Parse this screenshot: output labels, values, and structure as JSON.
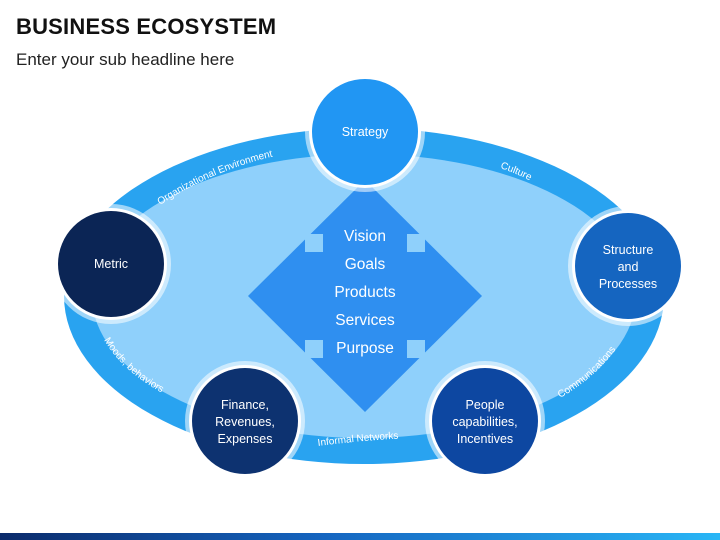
{
  "header": {
    "title": "BUSINESS ECOSYSTEM",
    "subtitle": "Enter your sub headline here"
  },
  "center": {
    "items": [
      "Vision",
      "Goals",
      "Products",
      "Services",
      "Purpose"
    ]
  },
  "nodes": {
    "strategy": {
      "lines": [
        "Strategy"
      ],
      "color": "#2196f3"
    },
    "metric": {
      "lines": [
        "Metric"
      ],
      "color": "#0b2555"
    },
    "structure": {
      "lines": [
        "Structure",
        "and",
        "Processes"
      ],
      "color": "#1565c0"
    },
    "finance": {
      "lines": [
        "Finance,",
        "Revenues,",
        "Expenses"
      ],
      "color": "#0d3270"
    },
    "people": {
      "lines": [
        "People",
        "capabilities,",
        "Incentives"
      ],
      "color": "#0d47a1"
    }
  },
  "ring_labels": {
    "org_env": "Organizational Environment",
    "culture": "Culture",
    "moods": "Moods, behaviors",
    "informal": "Informal Networks",
    "communications": "Communications"
  },
  "colors": {
    "ring_outer": "#29a3f0",
    "ring_inner": "#8fd0fb",
    "diamond": "#2f8ff0"
  }
}
